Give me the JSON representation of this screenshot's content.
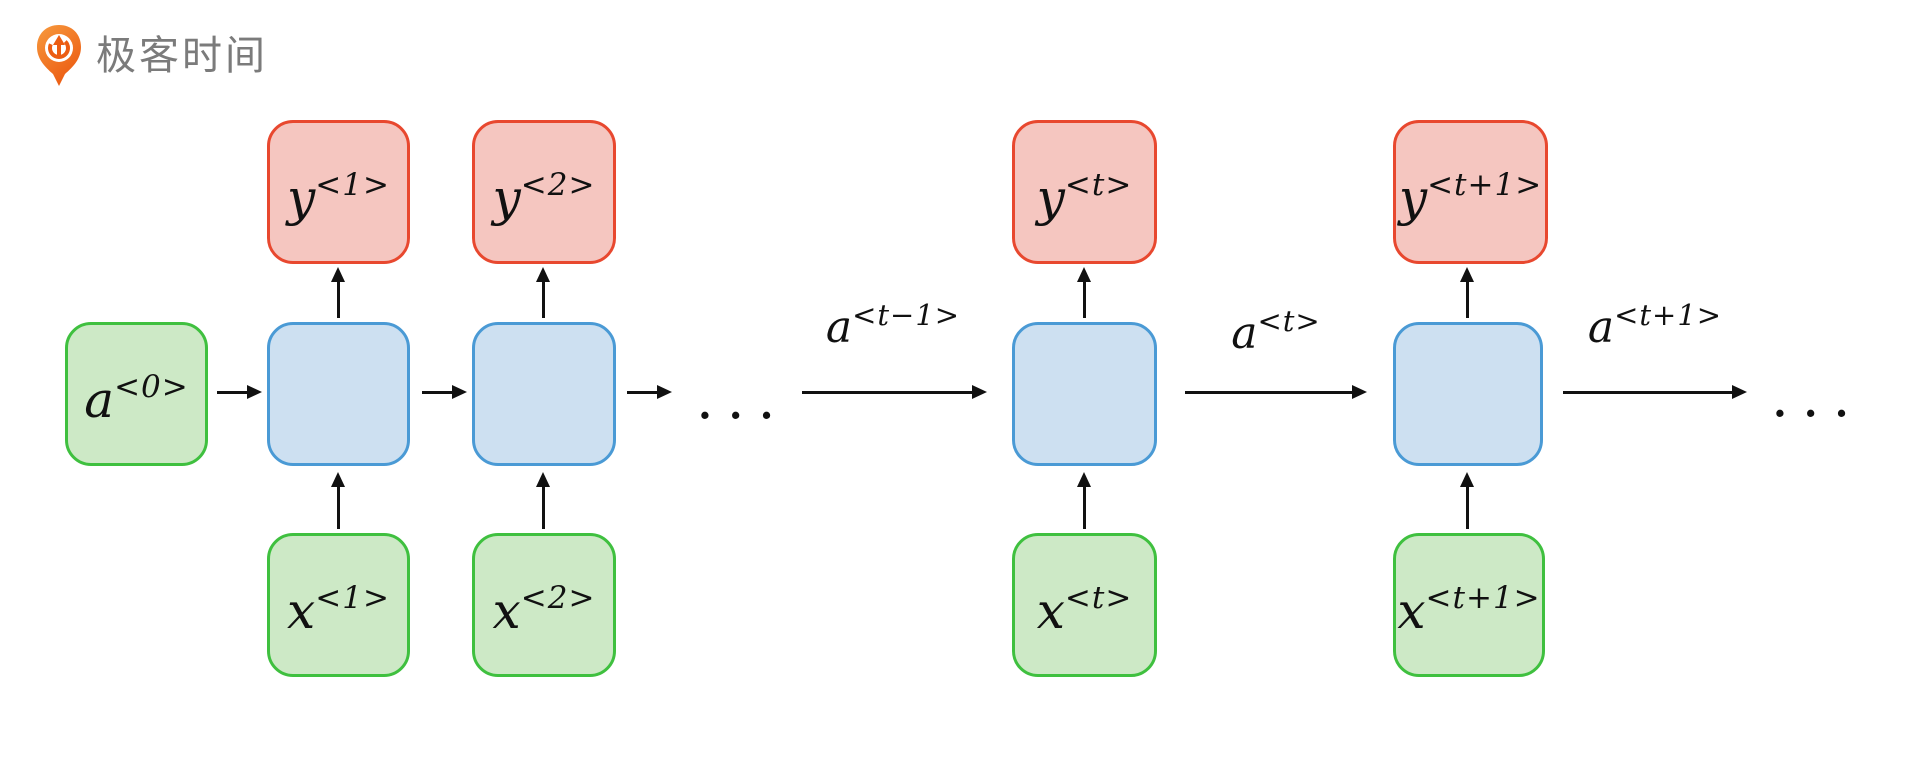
{
  "logo": {
    "brand_text": "极客时间",
    "icon": "geektime-pin-icon"
  },
  "colors": {
    "background": "#ffffff",
    "green_fill": "#cde9c6",
    "green_border": "#3fc03f",
    "blue_fill": "#cde0f1",
    "blue_border": "#4a9ad5",
    "red_fill": "#f5c6c0",
    "red_border": "#e8482f",
    "arrow_black": "#111111",
    "brand_orange": "#ee6a1e",
    "brand_text_gray": "#7b7b7b"
  },
  "diagram": {
    "type": "rnn-unrolled-architecture",
    "nodes": {
      "a0": {
        "base": "a",
        "sup": "<0>"
      },
      "y1": {
        "base": "y",
        "sup": "<1>"
      },
      "y2": {
        "base": "y",
        "sup": "<2>"
      },
      "yt": {
        "base": "y",
        "sup": "<t>"
      },
      "yt1": {
        "base": "y",
        "sup": "<t+1>"
      },
      "x1": {
        "base": "x",
        "sup": "<1>"
      },
      "x2": {
        "base": "x",
        "sup": "<2>"
      },
      "xt": {
        "base": "x",
        "sup": "<t>"
      },
      "xt1": {
        "base": "x",
        "sup": "<t+1>"
      }
    },
    "edge_labels": {
      "a_t_minus_1": {
        "base": "a",
        "sup": "<t−1>"
      },
      "a_t": {
        "base": "a",
        "sup": "<t>"
      },
      "a_t_plus_1": {
        "base": "a",
        "sup": "<t+1>"
      }
    },
    "ellipsis_mid": "...",
    "ellipsis_right": "..."
  }
}
